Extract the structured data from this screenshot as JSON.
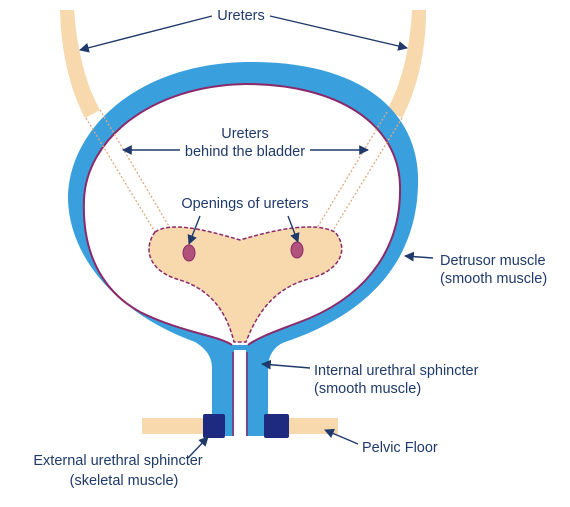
{
  "labels": {
    "ureters": "Ureters",
    "ureters_behind_line1": "Ureters",
    "ureters_behind_line2": "behind the bladder",
    "openings_of_ureters": "Openings of ureters",
    "detrusor_line1": "Detrusor muscle",
    "detrusor_line2": "(smooth muscle)",
    "internal_sphincter_line1": "Internal urethral sphincter",
    "internal_sphincter_line2": "(smooth muscle)",
    "pelvic_floor": "Pelvic Floor",
    "external_sphincter_line1": "External urethral sphincter",
    "external_sphincter_line2": "(skeletal muscle)"
  },
  "colors": {
    "muscle_blue": "#3aa0dd",
    "tissue_peach": "#f8d8ad",
    "lining_purple": "#8b2a6a",
    "sphincter_navy": "#1e2a80",
    "label_text": "#1f3a6b"
  }
}
